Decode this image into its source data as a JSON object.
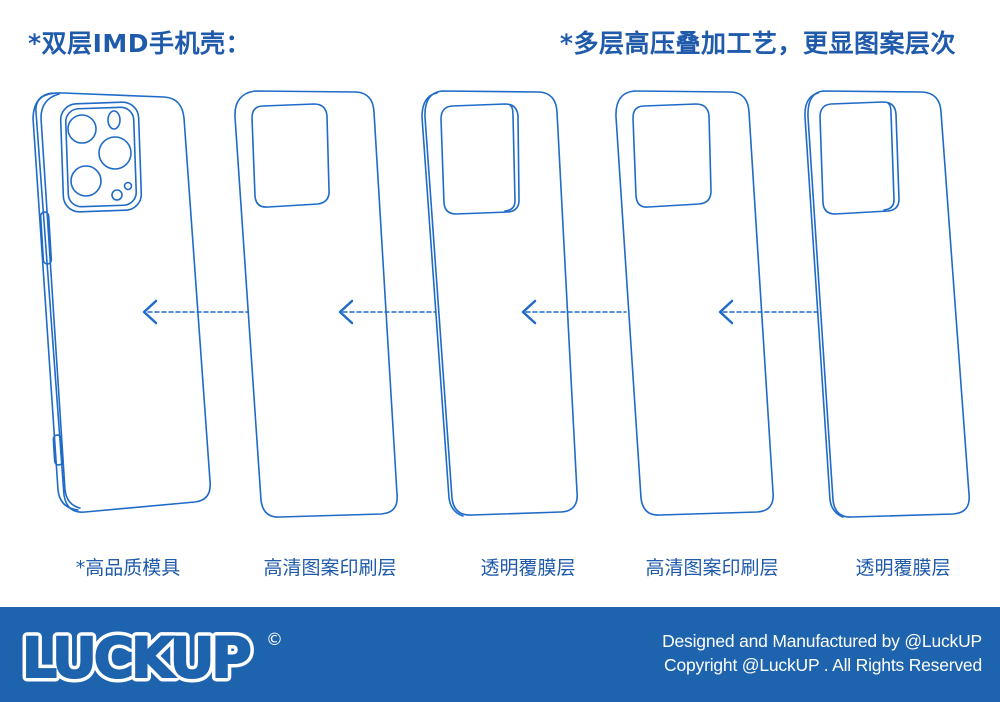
{
  "headings": {
    "left": "*双层IMD手机壳：",
    "right": "*多层高压叠加工艺，更显图案层次"
  },
  "layers": [
    {
      "label": "*高品质模具"
    },
    {
      "label": "高清图案印刷层"
    },
    {
      "label": "透明覆膜层"
    },
    {
      "label": "高清图案印刷层"
    },
    {
      "label": "透明覆膜层"
    }
  ],
  "footer": {
    "logo_text": "LUCKUP",
    "copyright_mark": "©",
    "credit_line_1": "Designed and Manufactured by @LuckUP",
    "credit_line_2": "Copyright @LuckUP . All Rights Reserved"
  },
  "colors": {
    "line": "#1f6bc7",
    "accent": "#1f5aab",
    "footer_bg": "#1d63ad"
  },
  "icons": [
    "phone-case-outline",
    "camera-lens",
    "dashed-arrow-left"
  ]
}
